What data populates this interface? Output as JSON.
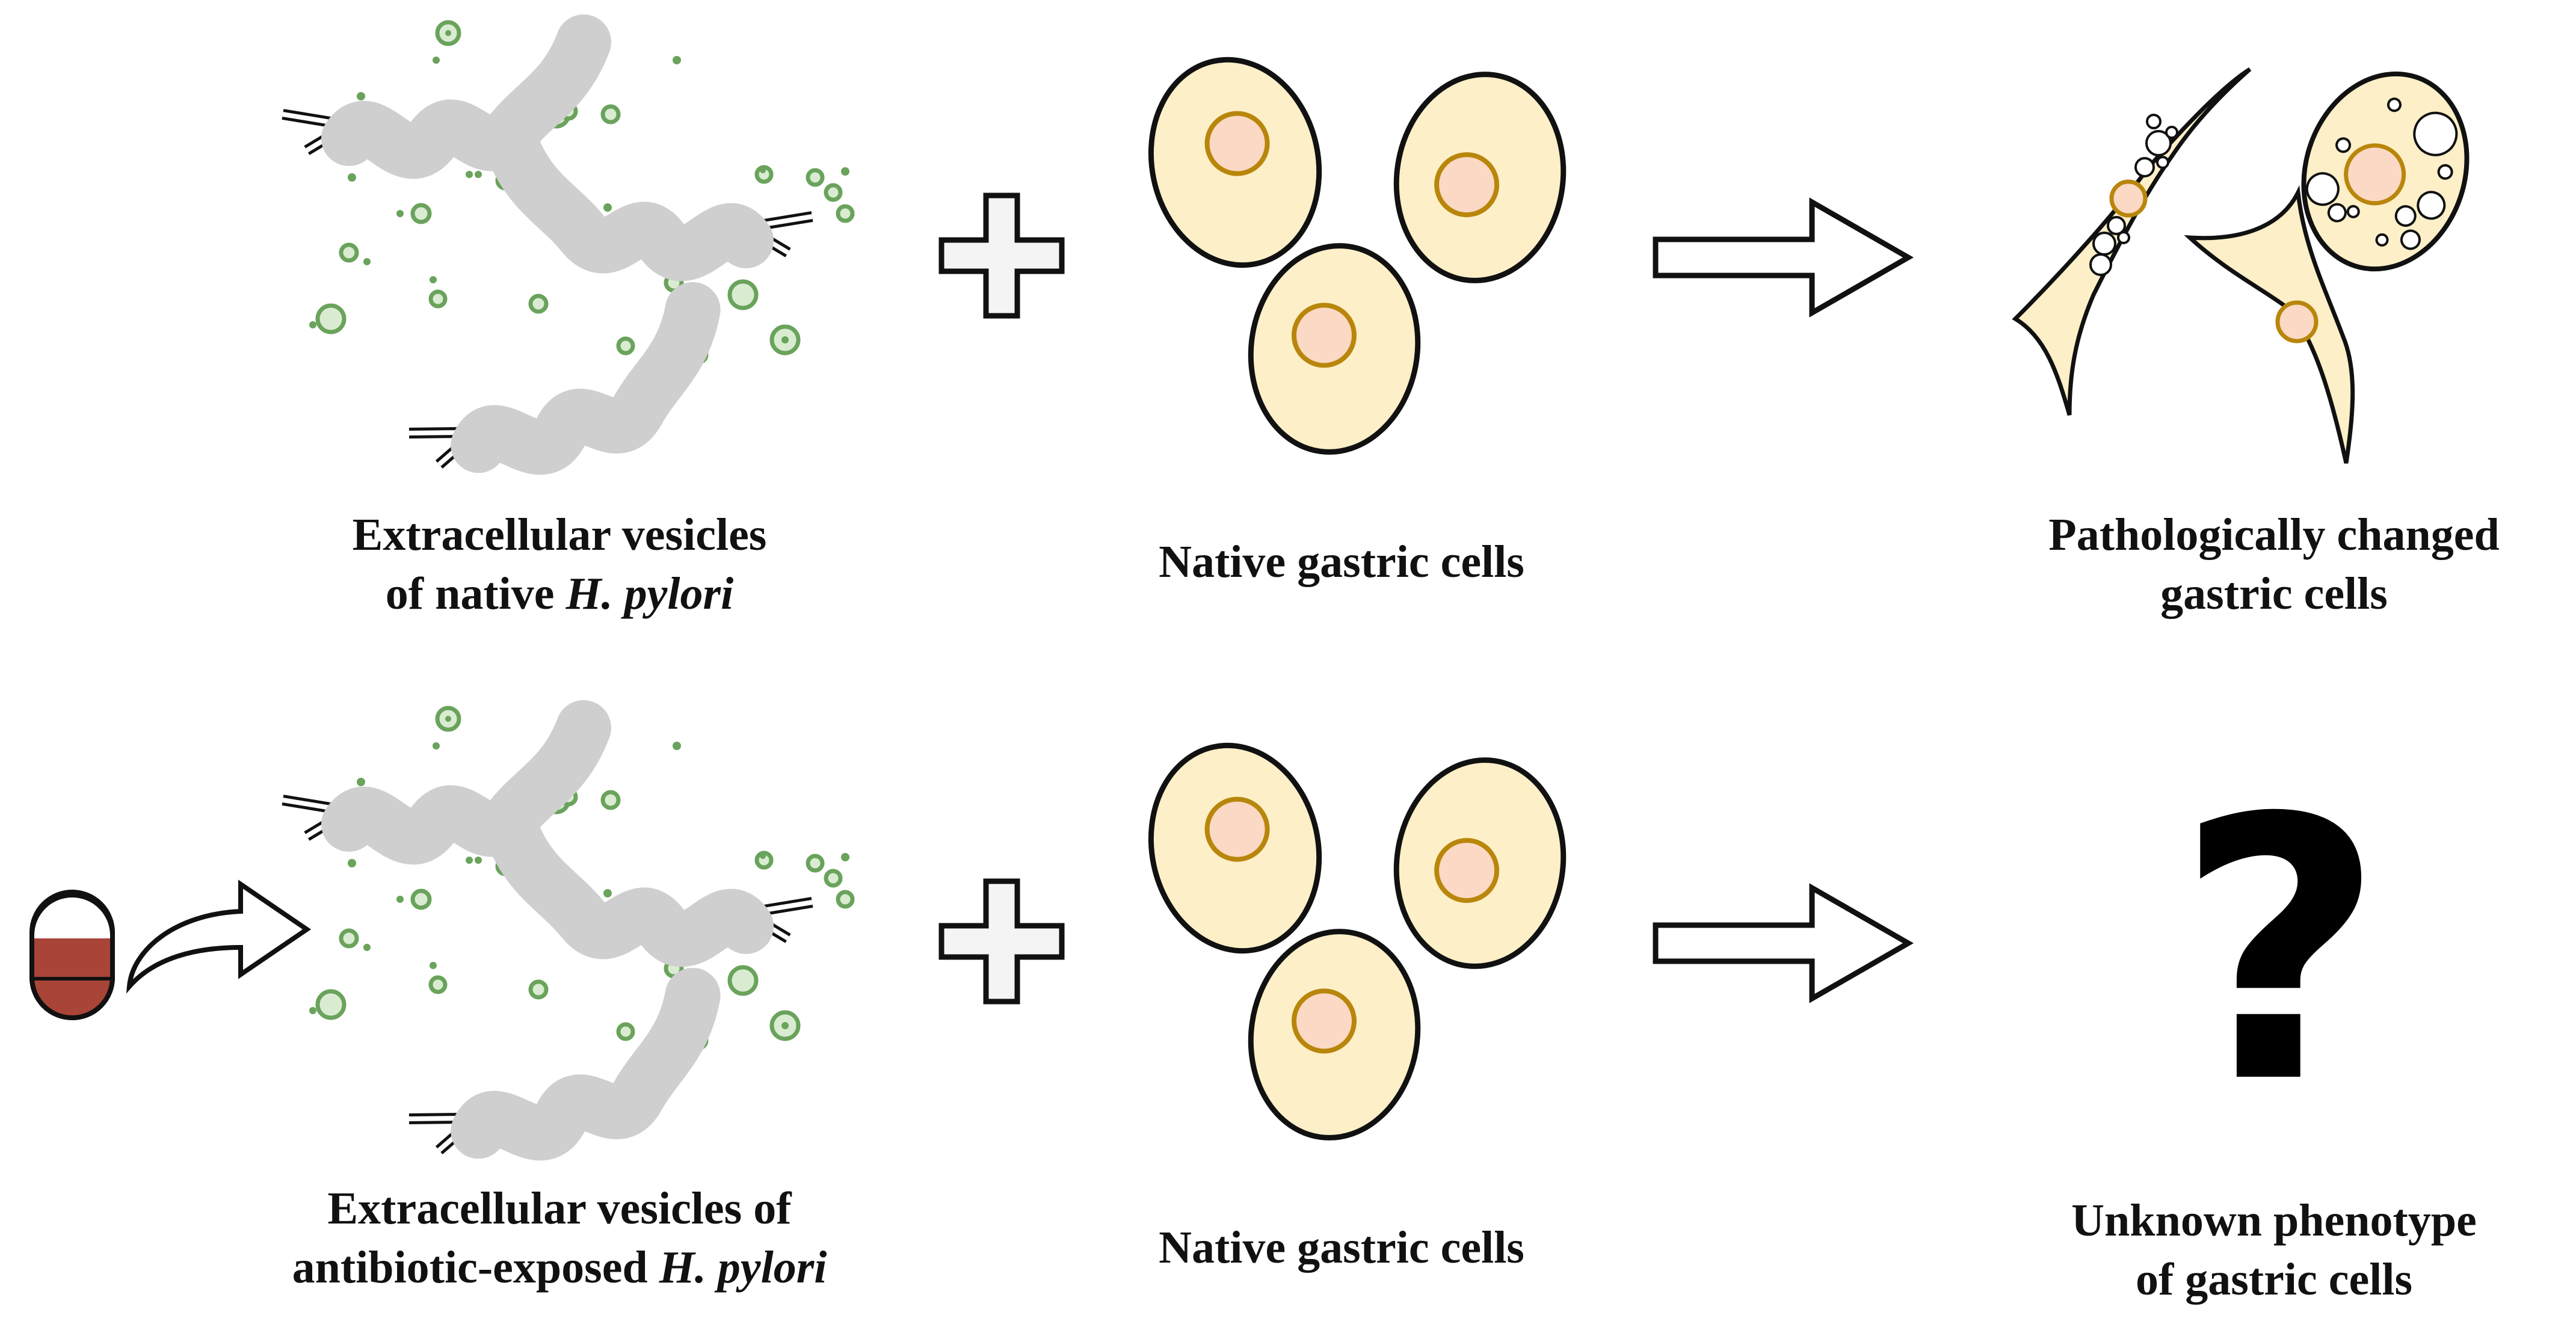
{
  "colors": {
    "bacterium": "#cfcfcf",
    "vesicle": "#6aa35c",
    "vesicle_fill": "#d9ecd1",
    "cell_fill": "#fdefc8",
    "nucleus_ring": "#b8860b",
    "nucleus_fill": "#fbd9c4",
    "capsule_red": "#a94438",
    "outline": "#111111"
  },
  "top_row": {
    "vesicles_caption": {
      "line1": "Extracellular vesicles",
      "line2_prefix": "of native ",
      "line2_italic": "H. pylori"
    },
    "cells_caption": "Native gastric cells",
    "result_caption": {
      "line1": "Pathologically changed",
      "line2": "gastric cells"
    }
  },
  "bottom_row": {
    "vesicles_caption": {
      "line1": "Extracellular vesicles of",
      "line2_prefix": "antibiotic-exposed ",
      "line2_italic": "H. pylori"
    },
    "cells_caption": "Native gastric cells",
    "result_caption": {
      "line1": "Unknown phenotype",
      "line2": "of gastric cells"
    },
    "unknown_symbol": "?"
  },
  "icons": {
    "plus": "plus-icon",
    "arrow": "right-arrow-icon",
    "capsule": "antibiotic-capsule-icon",
    "bacterium": "h-pylori-bacterium-icon",
    "cell": "gastric-cell-icon"
  }
}
